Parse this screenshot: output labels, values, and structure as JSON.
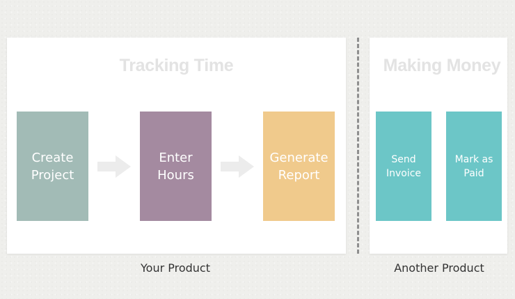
{
  "sections": {
    "tracking": {
      "title": "Tracking Time",
      "steps": [
        {
          "label": "Create\nProject",
          "color": "#a2bbb6"
        },
        {
          "label": "Enter\nHours",
          "color": "#a48aa0"
        },
        {
          "label": "Generate\nReport",
          "color": "#f0ca8c"
        }
      ],
      "product_label": "Your Product"
    },
    "money": {
      "title": "Making Money",
      "steps": [
        {
          "label": "Send\nInvoice",
          "color": "#6cc6c7"
        },
        {
          "label": "Mark as\nPaid",
          "color": "#6cc6c7"
        }
      ],
      "product_label": "Another Product"
    }
  },
  "colors": {
    "panel_title": "#e3e3e3",
    "arrow": "#ececec",
    "divider": "#8f8f8f"
  },
  "icons": {
    "flow_arrow": "arrow-right-icon"
  }
}
